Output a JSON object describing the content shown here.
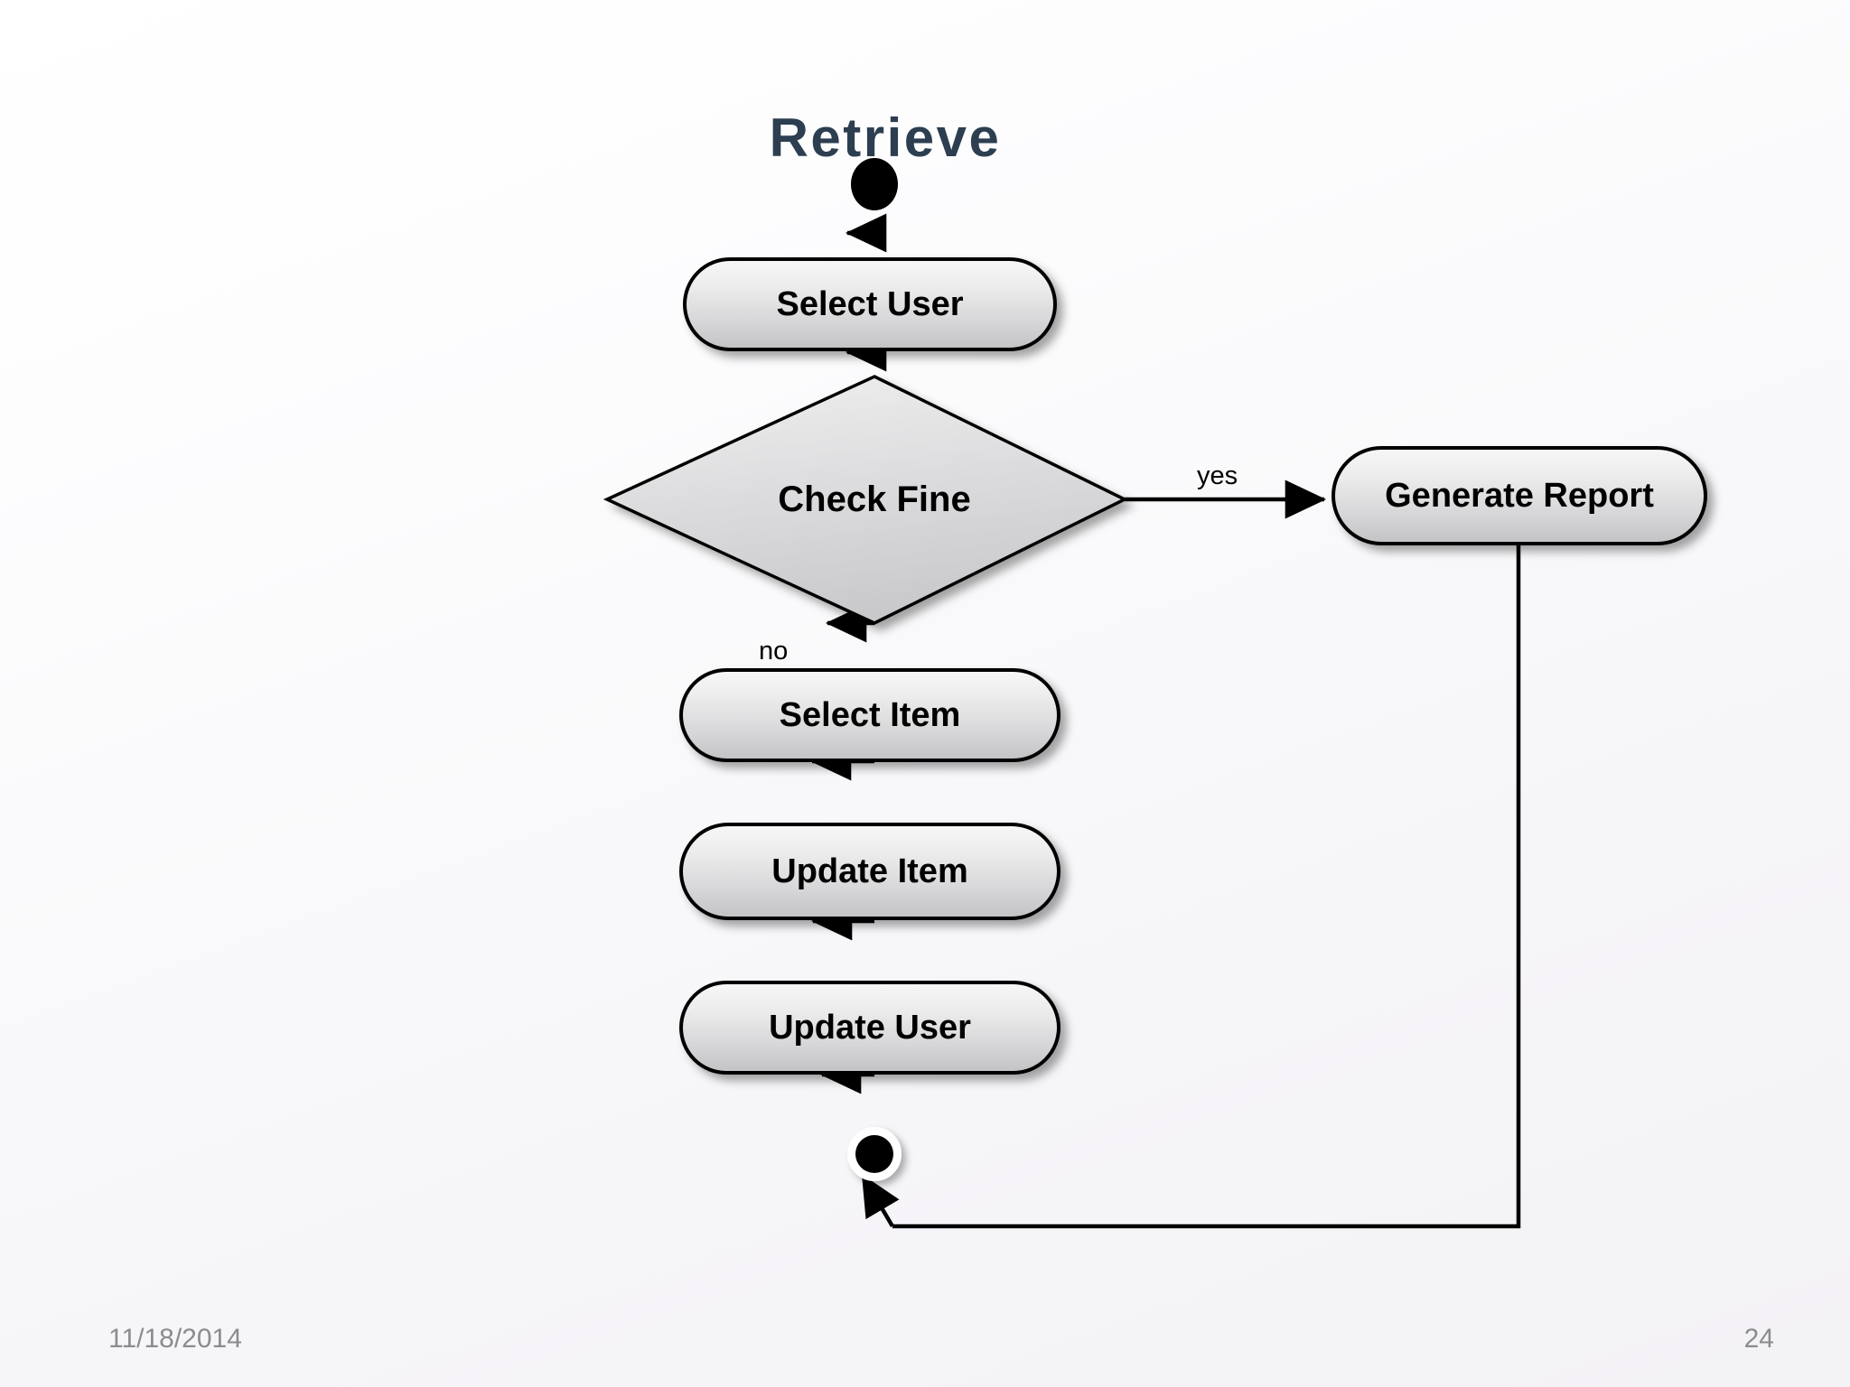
{
  "slide": {
    "title": "Retrieve",
    "title_color": "#2c3e50",
    "background_from": "#ffffff",
    "background_to": "#f3f2f5"
  },
  "diagram": {
    "type": "uml-activity-diagram",
    "nodes": [
      {
        "id": "start",
        "kind": "initial-node",
        "label": ""
      },
      {
        "id": "select-user",
        "kind": "action",
        "label": "Select User"
      },
      {
        "id": "check-fine",
        "kind": "decision",
        "label": "Check Fine"
      },
      {
        "id": "generate-report",
        "kind": "action",
        "label": "Generate Report"
      },
      {
        "id": "select-item",
        "kind": "action",
        "label": "Select Item"
      },
      {
        "id": "update-item",
        "kind": "action",
        "label": "Update Item"
      },
      {
        "id": "update-user",
        "kind": "action",
        "label": "Update User"
      },
      {
        "id": "end",
        "kind": "final-node",
        "label": ""
      }
    ],
    "edges": [
      {
        "from": "start",
        "to": "select-user",
        "label": ""
      },
      {
        "from": "select-user",
        "to": "check-fine",
        "label": ""
      },
      {
        "from": "check-fine",
        "to": "generate-report",
        "label": "yes"
      },
      {
        "from": "check-fine",
        "to": "select-item",
        "label": "no"
      },
      {
        "from": "select-item",
        "to": "update-item",
        "label": ""
      },
      {
        "from": "update-item",
        "to": "update-user",
        "label": ""
      },
      {
        "from": "update-user",
        "to": "end",
        "label": ""
      },
      {
        "from": "generate-report",
        "to": "end",
        "label": ""
      }
    ],
    "labels": {
      "select_user": "Select User",
      "check_fine": "Check Fine",
      "generate_report": "Generate Report",
      "select_item": "Select Item",
      "update_item": "Update Item",
      "update_user": "Update User",
      "yes": "yes",
      "no": "no"
    },
    "style": {
      "node_fill_top": "#f6f6f6",
      "node_fill_bottom": "#c4c4c4",
      "node_stroke": "#000000",
      "edge_stroke": "#000000",
      "terminal_fill": "#000000"
    }
  },
  "footer": {
    "date": "11/18/2014",
    "page_number": "24",
    "color": "#8b8b90"
  }
}
